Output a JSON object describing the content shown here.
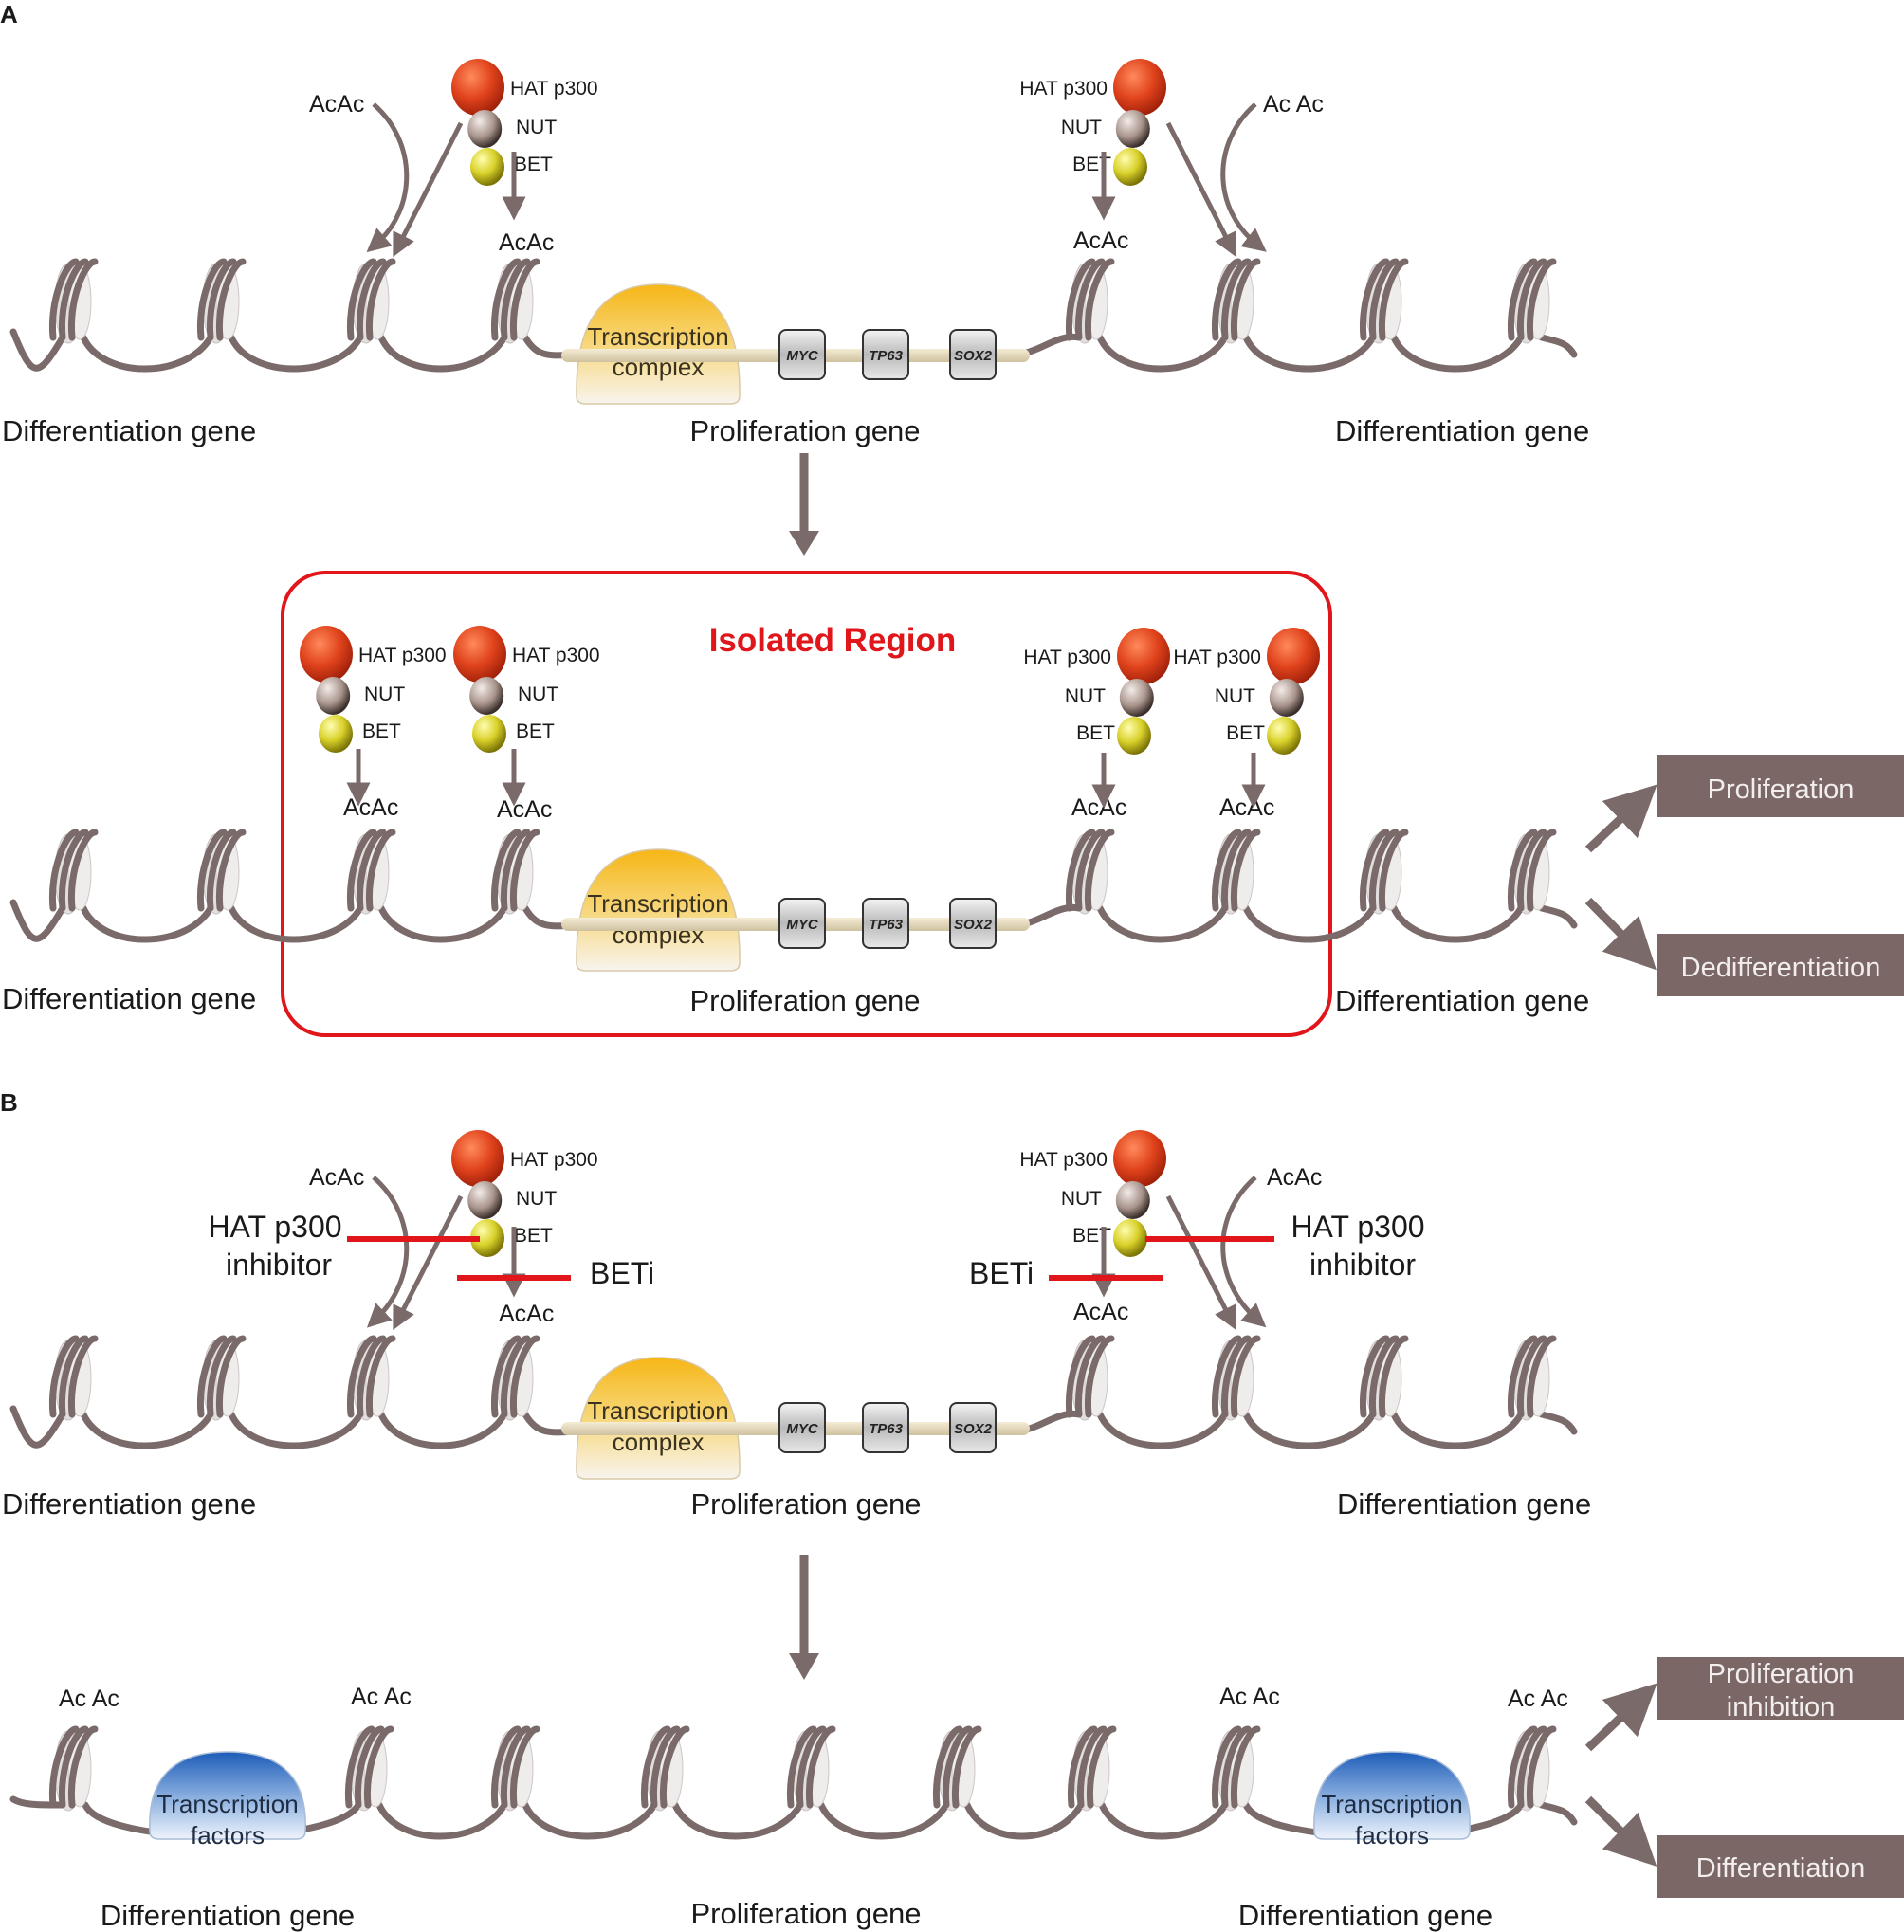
{
  "panels": {
    "a": "A",
    "b": "B"
  },
  "labels": {
    "differentiation_gene": "Differentiation gene",
    "proliferation_gene": "Proliferation gene",
    "transcription_line1": "Transcription",
    "complex_line2": "complex",
    "factors_line2": "factors",
    "isolated_region": "Isolated Region",
    "hat_p300": "HAT p300",
    "nut": "NUT",
    "bet": "BET",
    "ac": "Ac",
    "hat_p300_inhibitor_line1": "HAT p300",
    "hat_p300_inhibitor_line2": "inhibitor",
    "beti": "BETi"
  },
  "genes": {
    "myc": "MYC",
    "tp63": "TP63",
    "sox2": "SOX2"
  },
  "outcomes": {
    "a": [
      "Proliferation",
      "Dedifferentiation"
    ],
    "b_line1": "Proliferation",
    "b_line2": "inhibition",
    "b_second": "Differentiation"
  },
  "colors": {
    "dna": "#7b6a6a",
    "hat": "#e0431c",
    "nut": "#a8948c",
    "bet": "#d9d12a",
    "isolated_border": "#e0161b",
    "inhibitor": "#e0161b",
    "outcome_box": "#7c6767",
    "transcription_complex": "#f5c842",
    "transcription_factors": "#3b73c4"
  }
}
